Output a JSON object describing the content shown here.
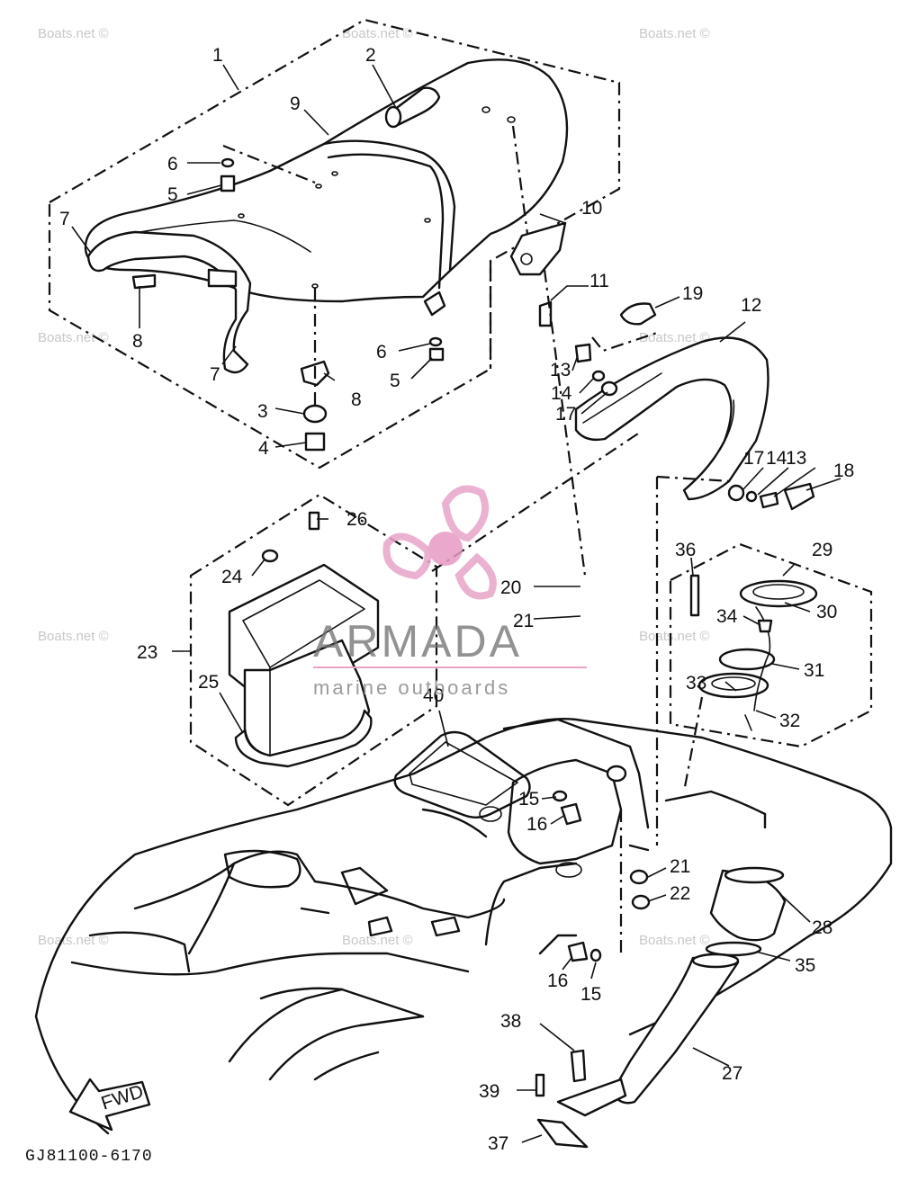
{
  "diagram": {
    "part_labels": [
      "1",
      "2",
      "3",
      "4",
      "5",
      "5",
      "6",
      "6",
      "7",
      "7",
      "8",
      "8",
      "9",
      "10",
      "11",
      "12",
      "13",
      "13",
      "14",
      "14",
      "15",
      "15",
      "16",
      "16",
      "17",
      "17",
      "18",
      "19",
      "20",
      "21",
      "21",
      "22",
      "23",
      "24",
      "25",
      "26",
      "27",
      "28",
      "29",
      "30",
      "31",
      "32",
      "33",
      "34",
      "35",
      "36",
      "37",
      "38",
      "39",
      "40"
    ],
    "part_code": "GJ81100-6170",
    "direction_label": "FWD"
  },
  "watermark": {
    "site_text": "Boats.net ©",
    "brand_name": "ARMADA",
    "brand_tagline": "marine outboards",
    "brand_color": "#e8a4c8",
    "brand_dot_color": "#e79ac4"
  }
}
